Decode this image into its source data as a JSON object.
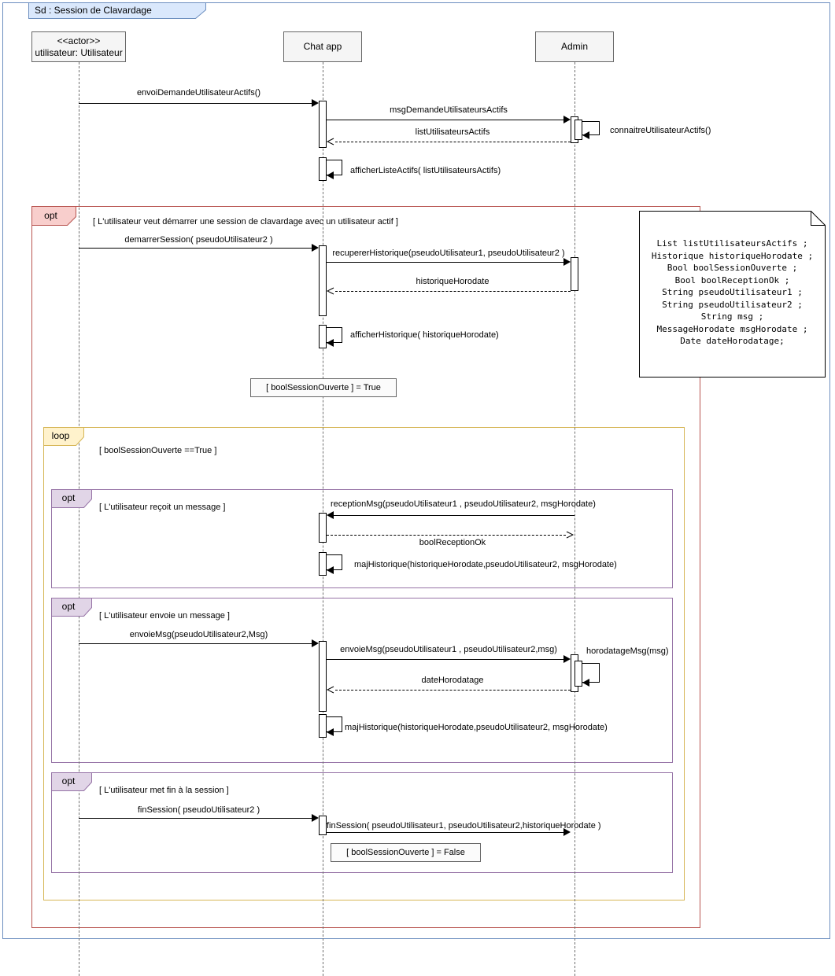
{
  "frame": {
    "title": "Sd :  Session de Clavardage"
  },
  "lifelines": {
    "user": {
      "stereotype": "<<actor>>",
      "name": "utilisateur: Utilisateur"
    },
    "chatapp": {
      "name": "Chat app"
    },
    "admin": {
      "name": "Admin"
    }
  },
  "messages": {
    "envoiDemande": "envoiDemandeUtilisateurActifs()",
    "msgDemande": "msgDemandeUtilisateursActifs",
    "listActifs": "listUtilisateursActifs",
    "connaitre": "connaitreUtilisateurActifs()",
    "afficherListe": "afficherListeActifs( listUtilisateursActifs)",
    "demarrerSession": "demarrerSession( pseudoUtilisateur2 )",
    "recupererHistorique": "recupererHistorique(pseudoUtilisateur1,  pseudoUtilisateur2 )",
    "historiqueHorodate": "historiqueHorodate",
    "afficherHistorique": "afficherHistorique( historiqueHorodate)",
    "receptionMsg": "receptionMsg(pseudoUtilisateur1 , pseudoUtilisateur2, msgHorodate)",
    "boolReceptionOk": "boolReceptionOk",
    "majHistoriqueRecoit": "majHistorique(historiqueHorodate,pseudoUtilisateur2, msgHorodate)",
    "envoieMsgUser": "envoieMsg(pseudoUtilisateur2,Msg)",
    "envoieMsgApp": "envoieMsg(pseudoUtilisateur1 , pseudoUtilisateur2,msg)",
    "horodatageMsg": "horodatageMsg(msg)",
    "dateHorodatage": "dateHorodatage",
    "majHistoriqueEnvoie": "majHistorique(historiqueHorodate,pseudoUtilisateur2, msgHorodate)",
    "finSessionUser": "finSession( pseudoUtilisateur2 )",
    "finSessionApp": "finSession( pseudoUtilisateur1, pseudoUtilisateur2,historiqueHorodate )"
  },
  "fragments": {
    "optSession": {
      "label": "opt",
      "guard": "[ L'utilisateur veut démarrer une session de clavardage avec un utilisateur actif ]"
    },
    "loop": {
      "label": "loop",
      "guard": "[ boolSessionOuverte ==True ]"
    },
    "optRecoit": {
      "label": "opt",
      "guard": "[ L'utilisateur reçoit un message ]"
    },
    "optEnvoie": {
      "label": "opt",
      "guard": "[ L'utilisateur envoie un message ]"
    },
    "optFin": {
      "label": "opt",
      "guard": "[ L'utilisateur met fin à la session ]"
    }
  },
  "states": {
    "sessionTrue": "[ boolSessionOuverte ] = True",
    "sessionFalse": "[ boolSessionOuverte ] = False"
  },
  "note": {
    "lines": [
      "List listUtilisateursActifs ;",
      "Historique historiqueHorodate ;",
      "Bool boolSessionOuverte ;",
      "Bool boolReceptionOk ;",
      "String pseudoUtilisateur1 ;",
      "String pseudoUtilisateur2 ;",
      "String msg ;",
      "MessageHorodate msgHorodate ;",
      "Date dateHorodatage;"
    ]
  },
  "colors": {
    "frame_border": "#6c8ebf",
    "frame_label_fill": "#dae8fc",
    "opt_outer_border": "#b85450",
    "opt_outer_fill": "#f8cecc",
    "loop_border": "#d6b656",
    "loop_fill": "#fff2cc",
    "opt_inner_border": "#9673a6",
    "opt_inner_fill": "#e1d5e7",
    "lifeline_head_fill": "#f5f5f5",
    "lifeline_head_border": "#666666"
  }
}
